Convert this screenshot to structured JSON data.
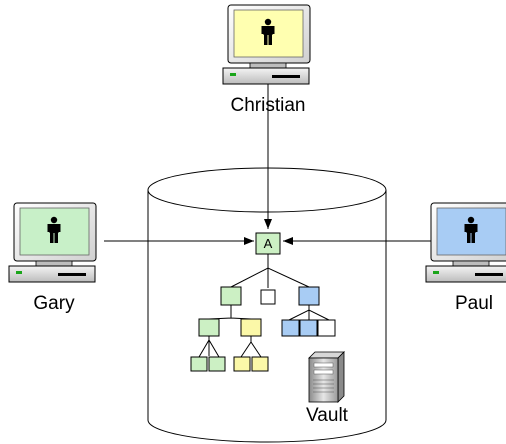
{
  "users": {
    "christian": {
      "name": "Christian",
      "screen_color": "#ffffb0"
    },
    "gary": {
      "name": "Gary",
      "screen_color": "#c8f0c8"
    },
    "paul": {
      "name": "Paul",
      "screen_color": "#a8ccf4"
    }
  },
  "tree": {
    "root_label": "A",
    "colors": {
      "green": "#ccf0c4",
      "yellow": "#fbf8a8",
      "blue": "#a8ccf4",
      "white": "#ffffff"
    }
  },
  "vault": {
    "label": "Vault"
  }
}
